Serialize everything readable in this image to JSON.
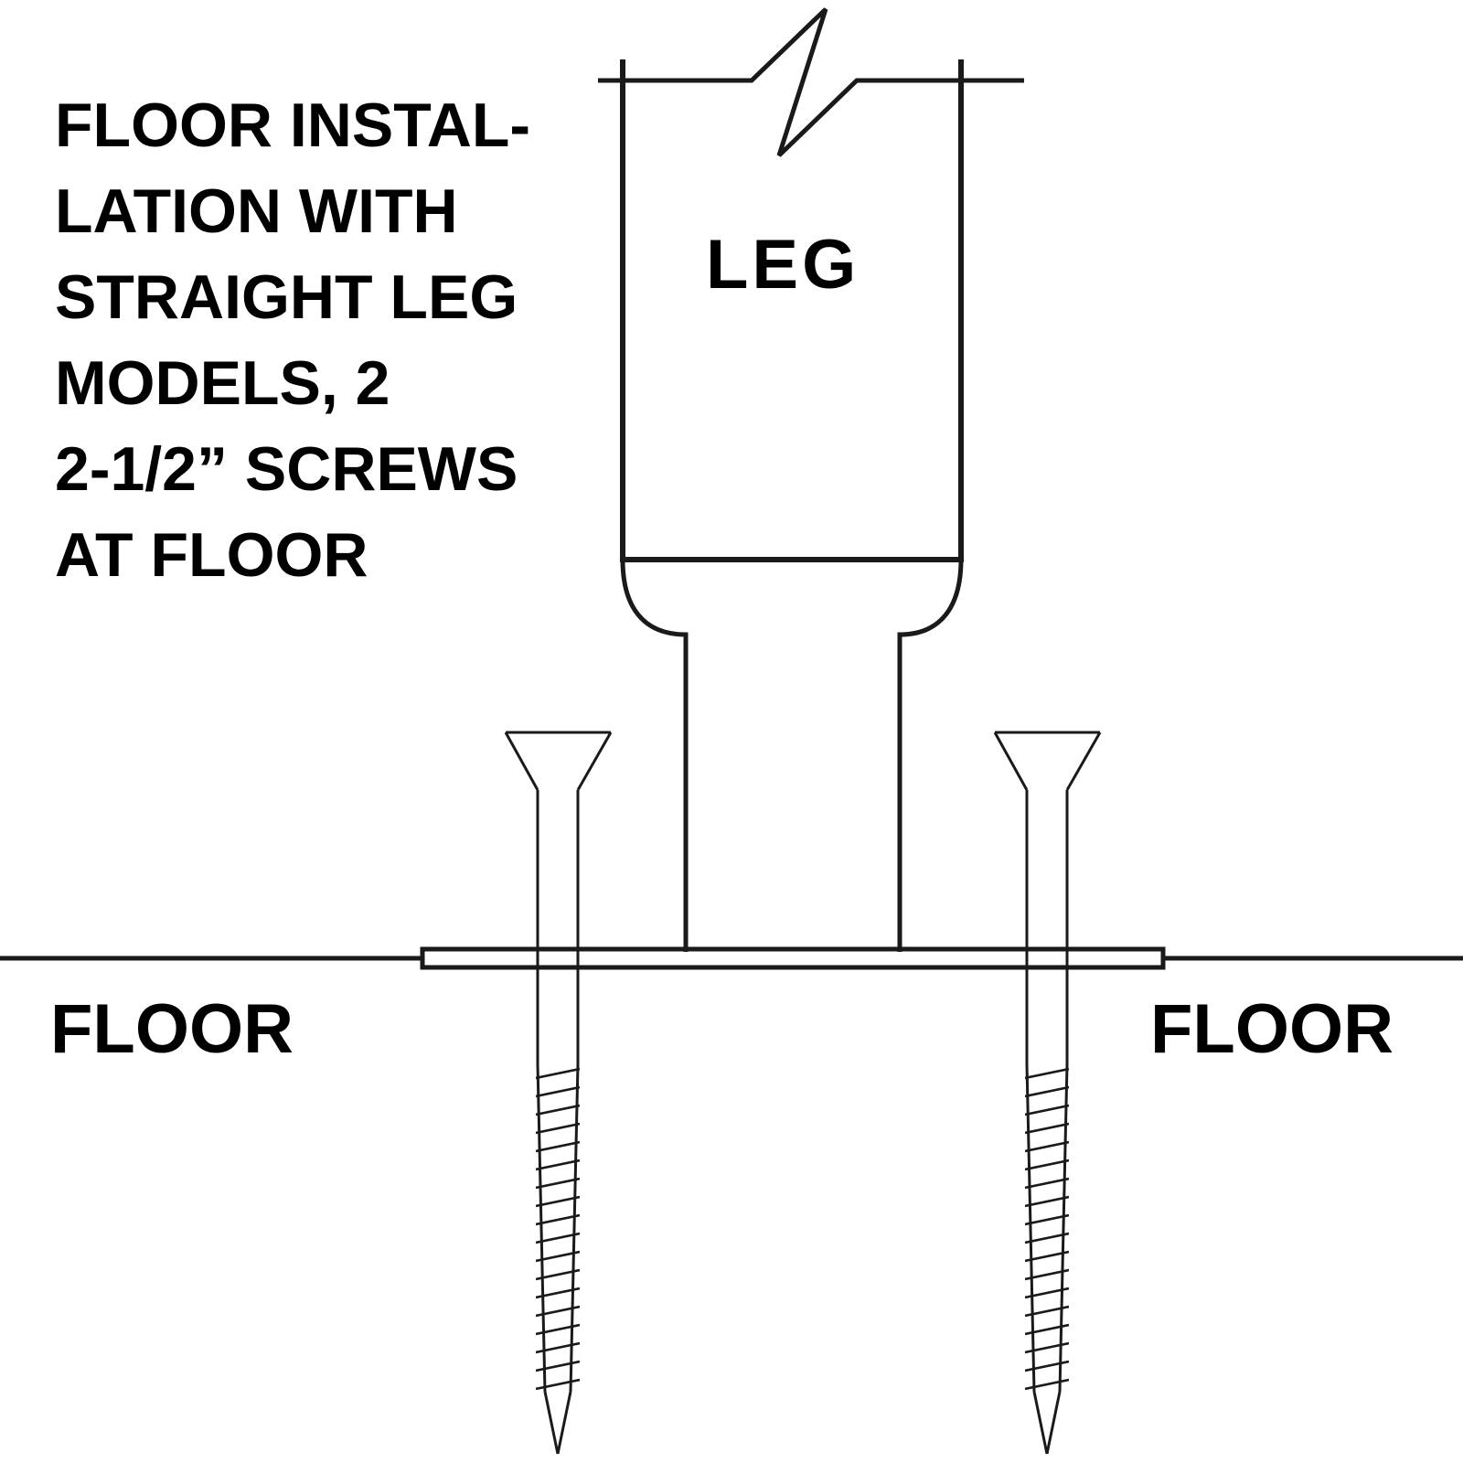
{
  "caption": {
    "lines": [
      "FLOOR INSTAL-",
      "LATION WITH",
      "STRAIGHT LEG",
      "MODELS, 2",
      "2-1/2” SCREWS",
      "AT FLOOR"
    ]
  },
  "labels": {
    "leg": "LEG",
    "floor_left": "FLOOR",
    "floor_right": "FLOOR"
  },
  "colors": {
    "line": "#1a1a1a",
    "text": "#000000",
    "background": "#ffffff"
  }
}
